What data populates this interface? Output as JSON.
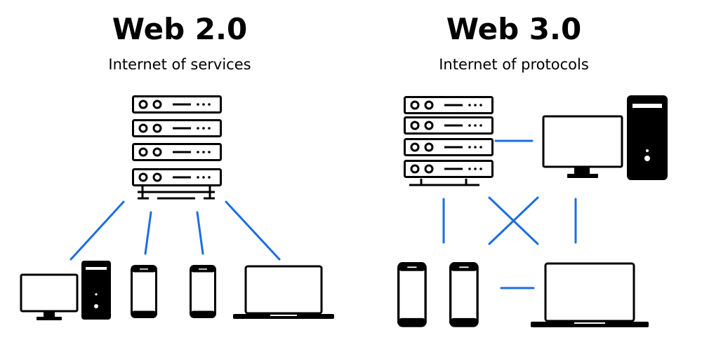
{
  "left": {
    "title": "Web 2.0",
    "subtitle": "Internet of services"
  },
  "right": {
    "title": "Web 3.0",
    "subtitle": "Internet of protocols"
  },
  "colors": {
    "connector": "#1a6fe0",
    "device": "#000000",
    "background": "#ffffff"
  },
  "icons": {
    "left": [
      "server-rack-icon",
      "desktop-computer-icon",
      "smartphone-icon",
      "smartphone-icon",
      "laptop-icon"
    ],
    "right": [
      "server-rack-icon",
      "desktop-computer-icon",
      "smartphone-icon",
      "smartphone-icon",
      "laptop-icon"
    ]
  }
}
